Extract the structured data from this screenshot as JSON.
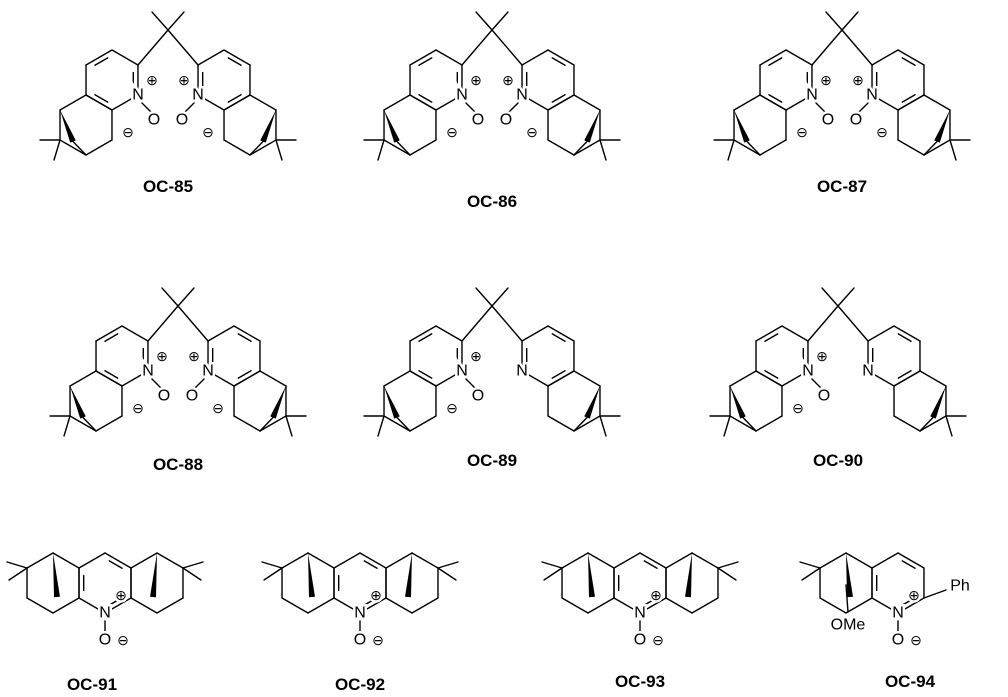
{
  "compounds": [
    {
      "id": "OC-85",
      "type": "bis-N-oxide",
      "oxides": [
        true,
        true
      ]
    },
    {
      "id": "OC-86",
      "type": "bis-N-oxide",
      "oxides": [
        true,
        true
      ]
    },
    {
      "id": "OC-87",
      "type": "bis-N-oxide",
      "oxides": [
        true,
        true
      ]
    },
    {
      "id": "OC-88",
      "type": "bis-N-oxide",
      "oxides": [
        true,
        true
      ]
    },
    {
      "id": "OC-89",
      "type": "mono-N-oxide",
      "oxides": [
        true,
        false
      ]
    },
    {
      "id": "OC-90",
      "type": "mono-N-oxide",
      "oxides": [
        true,
        false
      ]
    },
    {
      "id": "OC-91",
      "type": "tricyclic-N-oxide"
    },
    {
      "id": "OC-92",
      "type": "tricyclic-N-oxide"
    },
    {
      "id": "OC-93",
      "type": "tricyclic-N-oxide"
    },
    {
      "id": "OC-94",
      "type": "phenyl-N-oxide"
    }
  ],
  "atoms": {
    "N": "N",
    "O": "O",
    "OMe": "OMe",
    "Ph": "Ph",
    "plus": "⊕",
    "minus": "⊖"
  }
}
